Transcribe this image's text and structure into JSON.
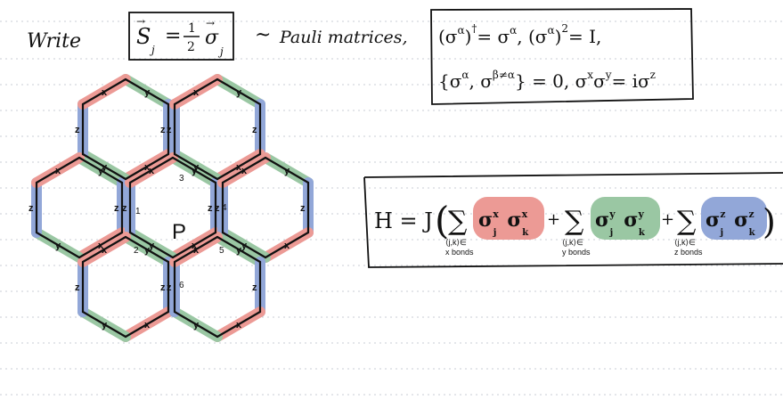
{
  "colors": {
    "paper": "#ffffff",
    "rule_line": "#c8cdd6",
    "ink": "#111111",
    "x_bond": "#ec9a95",
    "y_bond": "#9ac7a3",
    "z_bond": "#92a7d8"
  },
  "header": {
    "write_label": "Write",
    "spin_lhs": "S",
    "spin_sub": "j",
    "equals": "=",
    "half_num": "1",
    "half_den": "2",
    "sigma": "σ",
    "sigma_sub": "j",
    "pauli_label": "Pauli matrices,"
  },
  "identities": {
    "line1_a": "(σ",
    "line1_a_sup": "α",
    "line1_b": ")",
    "line1_b_sup": "†",
    "line1_c": "= σ",
    "line1_c_sup": "α",
    "line1_d": ",  (σ",
    "line1_d_sup": "α",
    "line1_e": ")",
    "line1_e_sup": "2",
    "line1_f": "= I,",
    "line2_a": "{σ",
    "line2_a_sup": "α",
    "line2_b": ", σ",
    "line2_b_sup": "β≠α",
    "line2_c": "} = 0,  σ",
    "line2_c_sup": "x",
    "line2_d": "σ",
    "line2_d_sup": "y",
    "line2_e": "= iσ",
    "line2_e_sup": "z"
  },
  "hamiltonian": {
    "lhs": "H = J",
    "open_paren": "(",
    "close_paren": ")",
    "plus": "+",
    "sum": "∑",
    "sum_index": "⟨j,k⟩∈",
    "x_bonds": "x bonds",
    "y_bonds": "y bonds",
    "z_bonds": "z bonds",
    "sigma": "σ",
    "sup_x": "x",
    "sup_y": "y",
    "sup_z": "z",
    "sub_j": "j",
    "sub_k": "k"
  },
  "lattice": {
    "plaquette_label": "P",
    "bond_labels": [
      "x",
      "y",
      "z"
    ],
    "site_numbers": [
      "1",
      "2",
      "3",
      "4",
      "5",
      "6"
    ]
  }
}
